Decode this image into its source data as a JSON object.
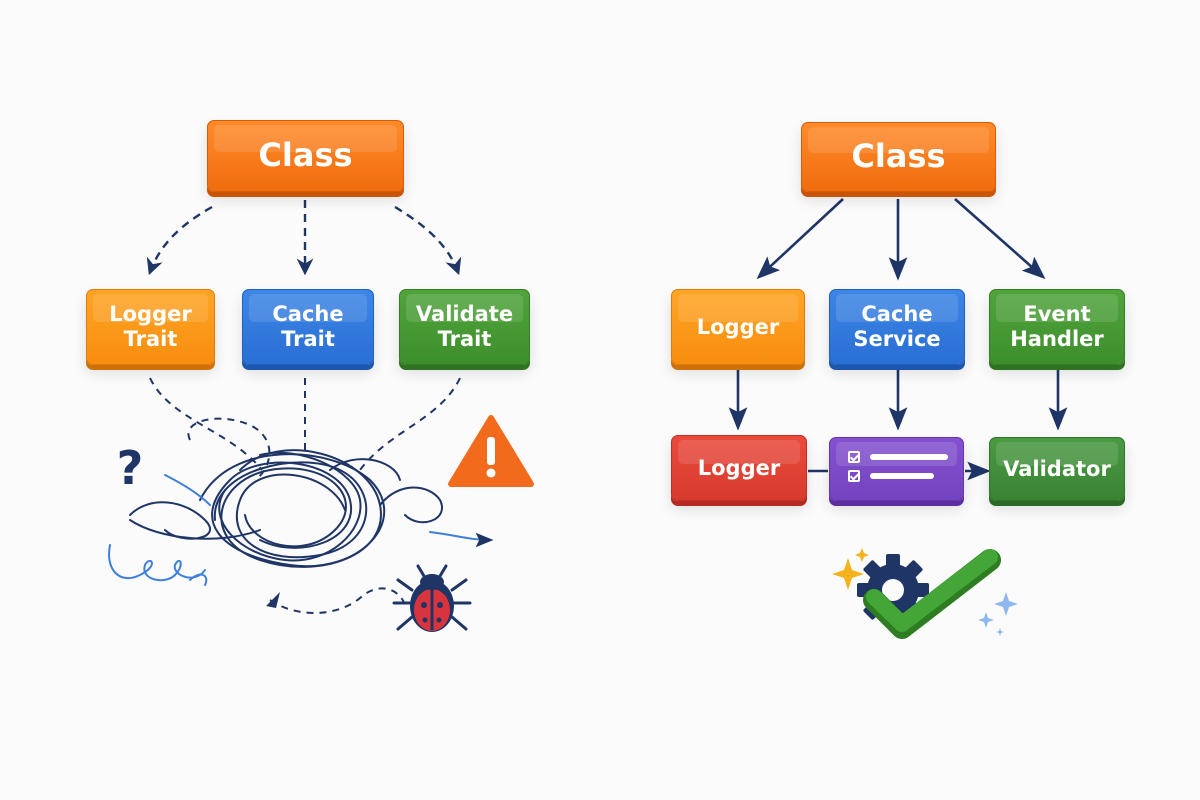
{
  "left_diagram": {
    "class_label": "Class",
    "traits": [
      {
        "label": "Logger\nTrait"
      },
      {
        "label": "Cache\nTrait"
      },
      {
        "label": "Validate\nTrait"
      }
    ]
  },
  "right_diagram": {
    "class_label": "Class",
    "components": [
      {
        "label": "Logger"
      },
      {
        "label": "Cache\nService"
      },
      {
        "label": "Event\nHandler"
      }
    ],
    "bottom": [
      {
        "label": "Logger"
      },
      {
        "label": ""
      },
      {
        "label": "Validator"
      }
    ]
  },
  "colors": {
    "class": "#f47a1c",
    "logger": "#f9921a",
    "cache": "#2f76da",
    "validate": "#45982f",
    "logger_red": "#e0443a",
    "checklist_purple": "#7c49c8",
    "validator_green": "#3f8c37",
    "arrow": "#1f3566",
    "warning": "#f26a1b",
    "checkmark": "#43a637",
    "bug_red": "#d8343d"
  },
  "icons": [
    "question-mark-icon",
    "warning-icon",
    "bug-icon",
    "gear-icon",
    "checkmark-icon",
    "sparkle-icon",
    "checklist-icon"
  ]
}
